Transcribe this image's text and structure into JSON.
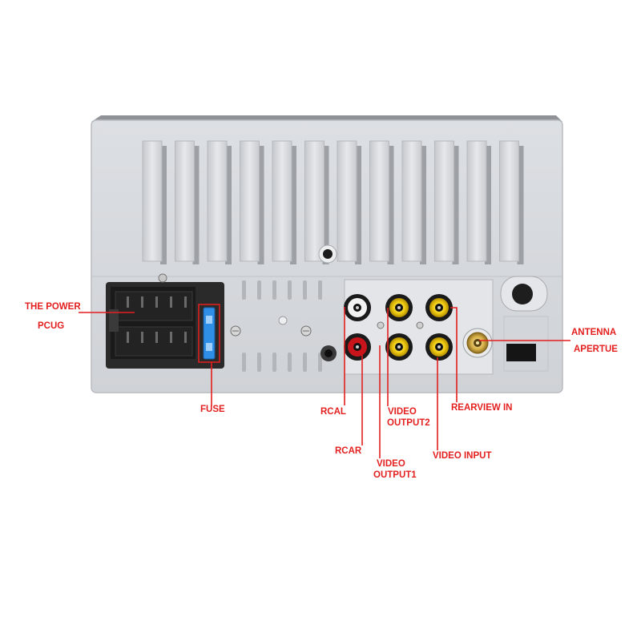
{
  "labels": {
    "power_line1": "THE POWER",
    "power_line2": "PCUG",
    "fuse": "FUSE",
    "rcal": "RCAL",
    "rcar": "RCAR",
    "video_output2_line1": "VIDEO",
    "video_output2_line2": "OUTPUT2",
    "video_output1_line1": "VIDEO",
    "video_output1_line2": "OUTPUT1",
    "rearview_in": "REARVIEW IN",
    "video_input": "VIDEO INPUT",
    "antenna_line1": "ANTENNA",
    "antenna_line2": "APERTUE"
  },
  "colors": {
    "label_red": "#e41f1f",
    "housing": "#d4d7db",
    "rca_yellow": "#e8c300",
    "rca_white": "#f2f2f2",
    "rca_red": "#c8141a",
    "fuse_blue": "#2f8fe6",
    "connector_black": "#242424"
  }
}
